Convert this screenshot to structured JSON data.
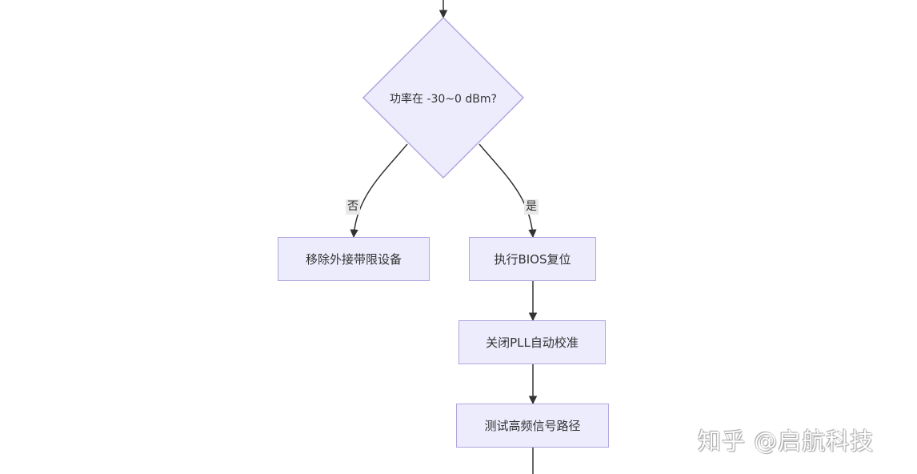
{
  "flowchart": {
    "decision": "功率在 -30~0 dBm?",
    "edge_no_label": "否",
    "edge_yes_label": "是",
    "node_remove": "移除外接带限设备",
    "node_bios": "执行BIOS复位",
    "node_pll": "关闭PLL自动校准",
    "node_test": "测试高频信号路径"
  },
  "watermark": "知乎 @启航科技",
  "colors": {
    "node_fill": "#ececfd",
    "node_border": "#b2a5df",
    "edge": "#333333",
    "edge_label_bg": "#e8e8e8"
  }
}
